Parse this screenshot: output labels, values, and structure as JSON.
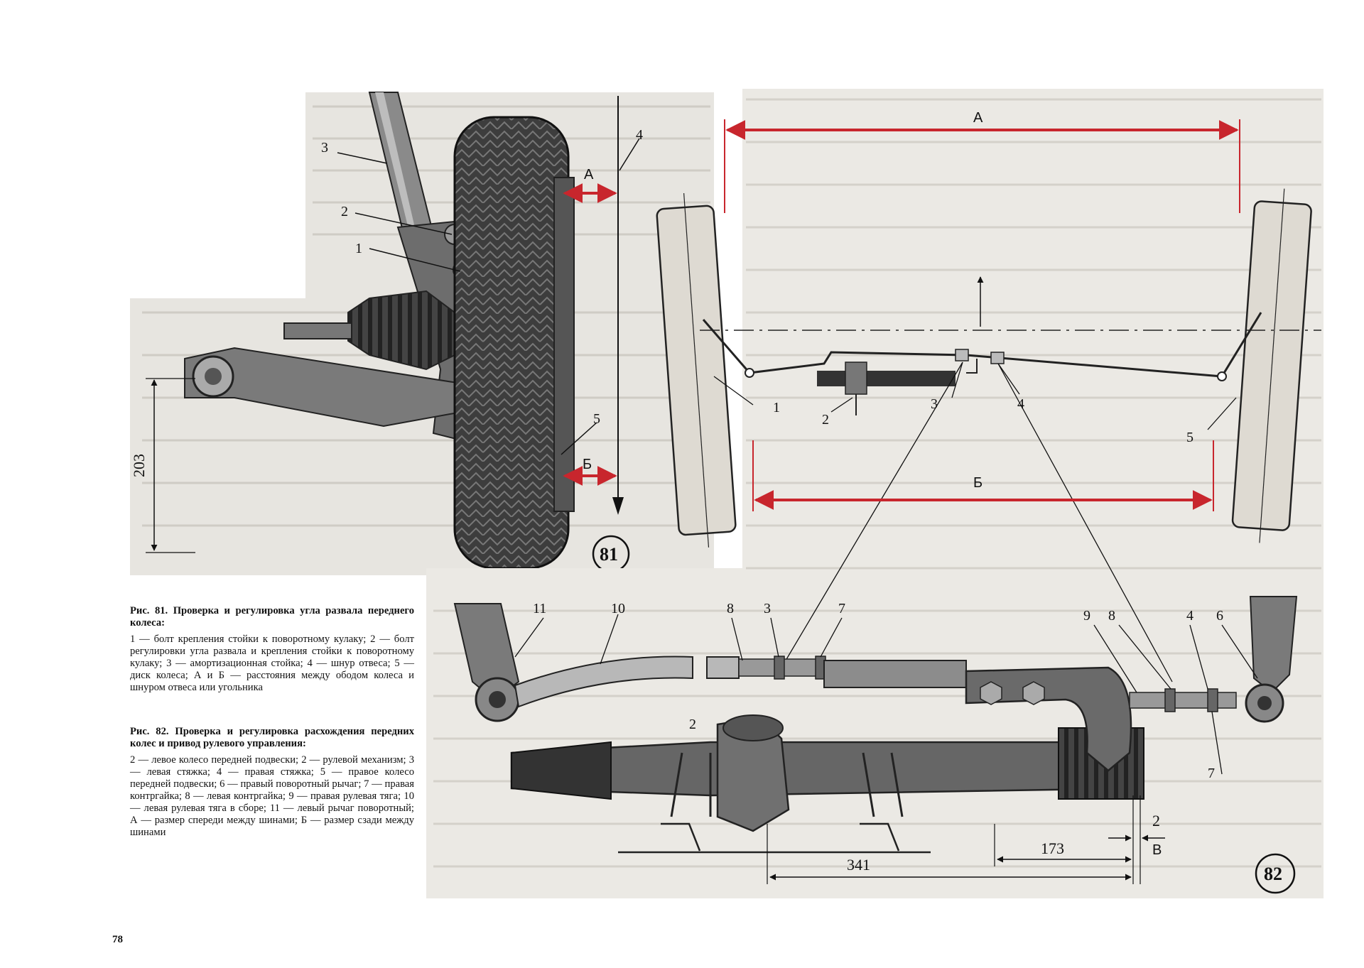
{
  "figure81": {
    "caption_title": "Рис. 81. Проверка и регулировка угла развала переднего колеса:",
    "caption_body": "1 — болт крепления стойки к поворотному кулаку; 2 — болт регулировки угла развала и крепления стойки к поворотному кулаку; 3 — амортизационная стойка; 4 — шнур отвеса; 5 — диск колеса; А и Б — расстояния между ободом колеса и шнуром отвеса или угольника",
    "number": "81",
    "dimension": "203",
    "letter_a": "А",
    "letter_b": "Б",
    "callouts": [
      "1",
      "2",
      "3",
      "4",
      "5"
    ]
  },
  "figure82": {
    "caption_title": "Рис. 82. Проверка и регулировка расхождения передних колес и привод рулевого управления:",
    "caption_body": "2 — левое колесо передней подвески; 2 — рулевой механизм; 3 — левая стяжка; 4 — правая стяжка; 5 — правое колесо передней подвески; 6 — правый поворотный рычаг; 7 — правая контргайка; 8 — левая контргайка; 9 — правая рулевая тяга; 10 — левая рулевая тяга в сборе; 11 — левый рычаг поворотный; А — размер спереди между шинами; Б — размер сзади между шинами",
    "number": "82",
    "letter_a": "А",
    "letter_b": "Б",
    "letter_v": "В",
    "dim_341": "341",
    "dim_173": "173",
    "dim_2": "2",
    "top_callouts": [
      "1",
      "2",
      "3",
      "4",
      "5"
    ],
    "bottom_callouts": [
      "11",
      "10",
      "8",
      "3",
      "7",
      "2",
      "9",
      "8",
      "4",
      "6",
      "7"
    ]
  },
  "page_number": "78",
  "colors": {
    "dimension_line": "#c8262d",
    "ink": "#111111",
    "tire": "#3a3a3a",
    "background_scan": "#e9e7e2"
  }
}
